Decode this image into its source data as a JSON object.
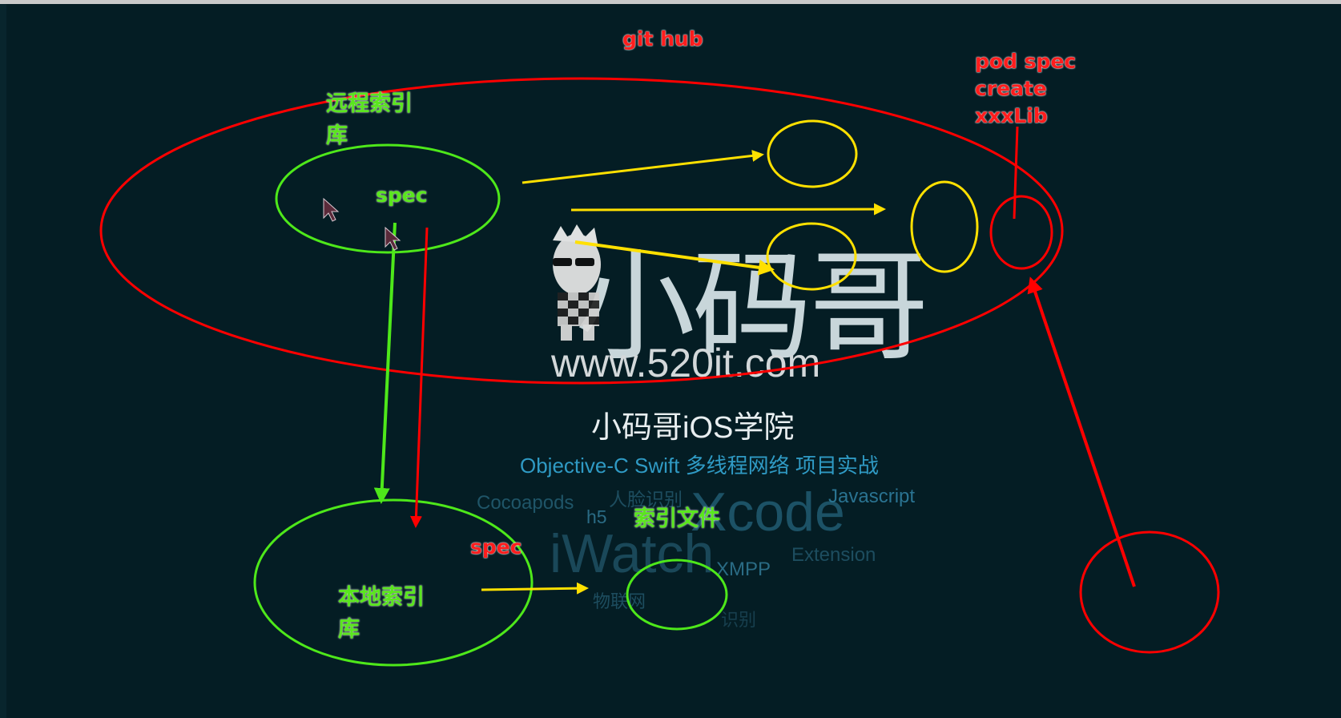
{
  "labels": {
    "github": "git hub",
    "pod_spec": [
      "pod spec",
      "create",
      "xxxLib"
    ],
    "remote_index": [
      "远程索引",
      "库"
    ],
    "spec_top": "spec",
    "spec_bottom": "spec",
    "local_index": [
      "本地索引",
      "库"
    ],
    "index_file": "索引文件"
  },
  "watermark": {
    "logo_text": "小码哥",
    "url": "www.520it.com",
    "academy": "小码哥iOS学院",
    "subjects": "Objective-C  Swift 多线程网络 项目实战",
    "tags": [
      "Cocoapods",
      "人脸识别",
      "Xcode",
      "Javascript",
      "h5",
      "iWatch",
      "XMPP",
      "Extension",
      "物联网",
      "识别"
    ]
  },
  "colors": {
    "background": "#041d24",
    "red": "#ff0000",
    "green": "#4ee81a",
    "yellow": "#ffe000",
    "watermark_blue": "#2f8fb8",
    "watermark_dim": "#1f4d60"
  },
  "icons": [
    "mouse-cursor-icon",
    "mouse-cursor-icon",
    "mascot-icon"
  ]
}
